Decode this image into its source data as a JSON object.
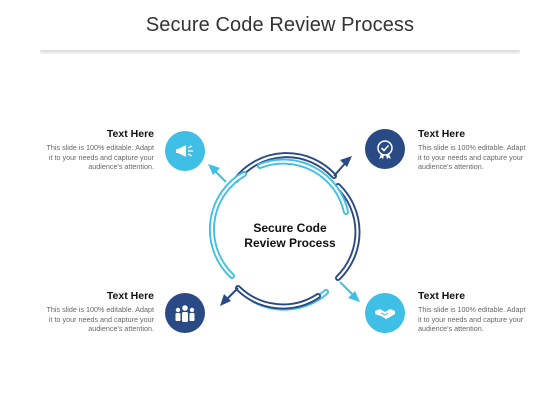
{
  "title": "Secure Code Review Process",
  "center_label": {
    "line1": "Secure Code",
    "line2": "Review Process"
  },
  "colors": {
    "light_blue": "#3fbfe6",
    "dark_blue": "#2a4a86",
    "title_text": "#333333",
    "body_text": "#666666"
  },
  "items": [
    {
      "position": "top-left",
      "heading": "Text Here",
      "body_lines": [
        "This slide is 100% editable. Adapt",
        "it to your needs and capture your",
        "audience's attention."
      ],
      "icon": "megaphone-icon",
      "icon_color": "#3fbfe6"
    },
    {
      "position": "top-right",
      "heading": "Text Here",
      "body_lines": [
        "This slide is 100% editable. Adapt",
        "it to your needs and capture your",
        "audience's attention."
      ],
      "icon": "award-badge-icon",
      "icon_color": "#2a4a86"
    },
    {
      "position": "bottom-left",
      "heading": "Text Here",
      "body_lines": [
        "This slide is 100% editable. Adapt",
        "it to your needs and capture your",
        "audience's attention."
      ],
      "icon": "team-icon",
      "icon_color": "#2a4a86"
    },
    {
      "position": "bottom-right",
      "heading": "Text Here",
      "body_lines": [
        "This slide is 100% editable. Adapt",
        "it to your needs and capture your",
        "audience's attention."
      ],
      "icon": "handshake-icon",
      "icon_color": "#3fbfe6"
    }
  ]
}
